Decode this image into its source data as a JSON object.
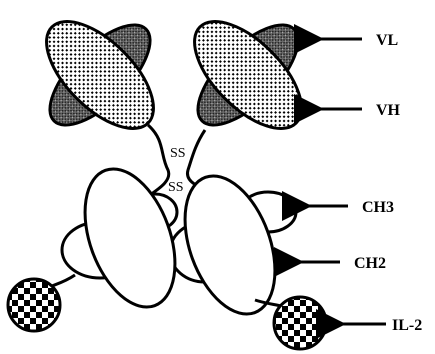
{
  "labels": {
    "vl": "VL",
    "vh": "VH",
    "ch3": "CH3",
    "ch2": "CH2",
    "il2": "IL-2",
    "ss_upper": "SS",
    "ss_lower": "SS"
  }
}
